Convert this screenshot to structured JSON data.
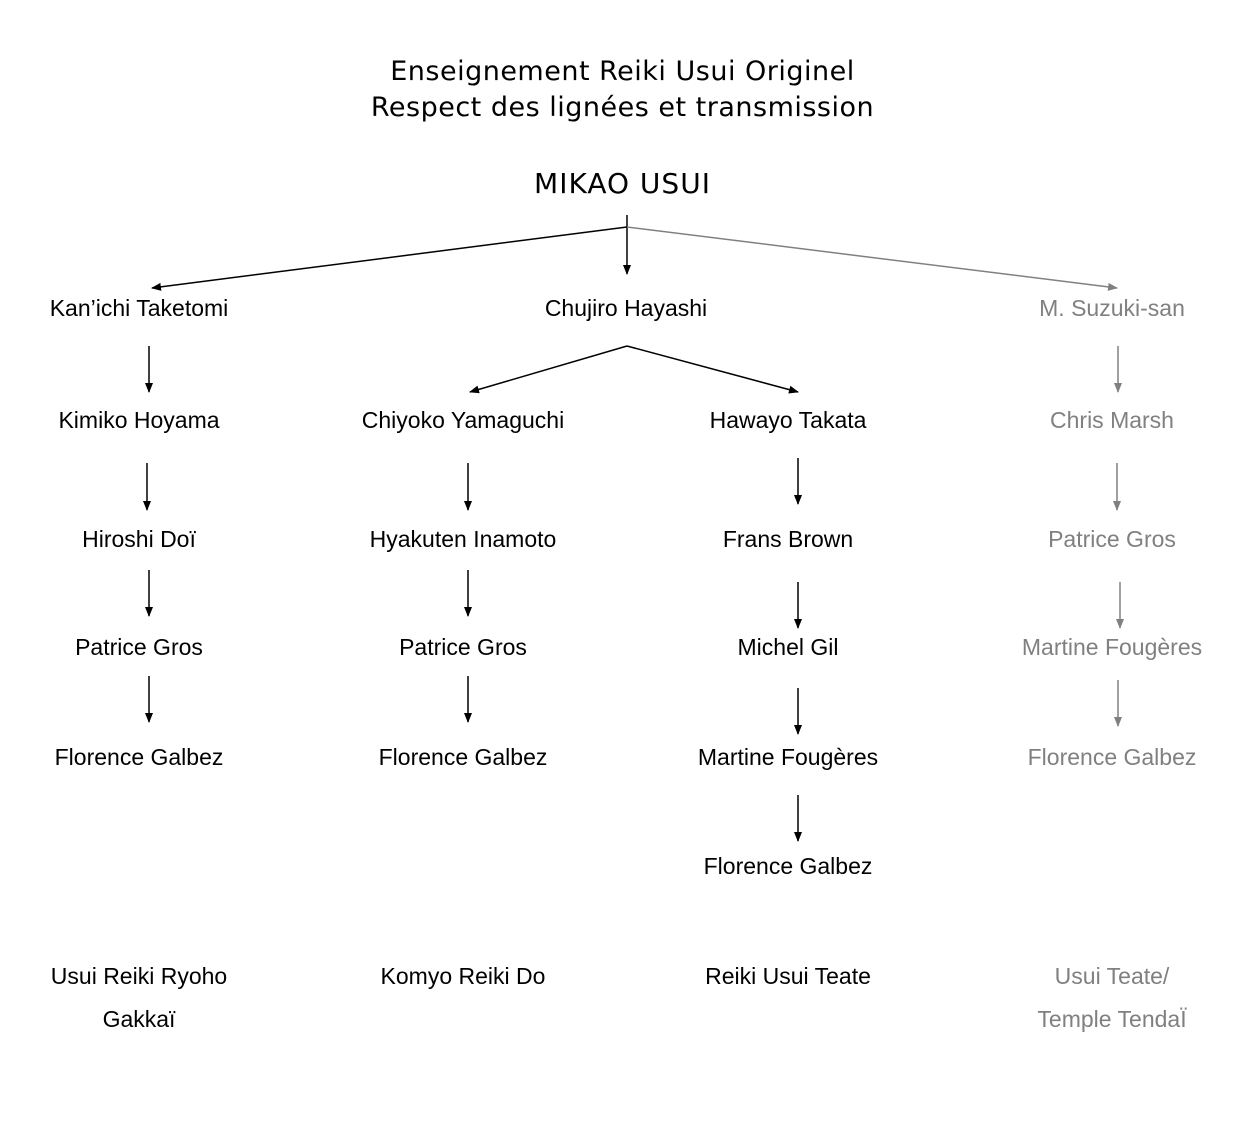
{
  "title": {
    "line1": "Enseignement Reiki Usui Originel",
    "line2": "Respect des lignées et transmission"
  },
  "colors": {
    "primary": "#000000",
    "secondary": "#808080"
  },
  "root": "MIKAO USUI",
  "lineages": {
    "taketomi": [
      "Kan’ichi Taketomi",
      "Kimiko Hoyama",
      "Hiroshi Doï",
      "Patrice Gros",
      "Florence Galbez"
    ],
    "hayashi": "Chujiro Hayashi",
    "yamaguchi": [
      "Chiyoko Yamaguchi",
      "Hyakuten Inamoto",
      "Patrice Gros",
      "Florence Galbez"
    ],
    "takata": [
      "Hawayo Takata",
      "Frans Brown",
      "Michel Gil",
      "Martine Fougères",
      "Florence Galbez"
    ],
    "suzuki": [
      "M. Suzuki-san",
      "Chris Marsh",
      "Patrice Gros",
      "Martine Fougères",
      "Florence Galbez"
    ]
  },
  "schools": {
    "taketomi": [
      "Usui Reiki Ryoho",
      "Gakkaï"
    ],
    "yamaguchi": "Komyo Reiki Do",
    "takata": "Reiki Usui Teate",
    "suzuki": [
      "Usui Teate/",
      "Temple TendaÏ"
    ]
  }
}
